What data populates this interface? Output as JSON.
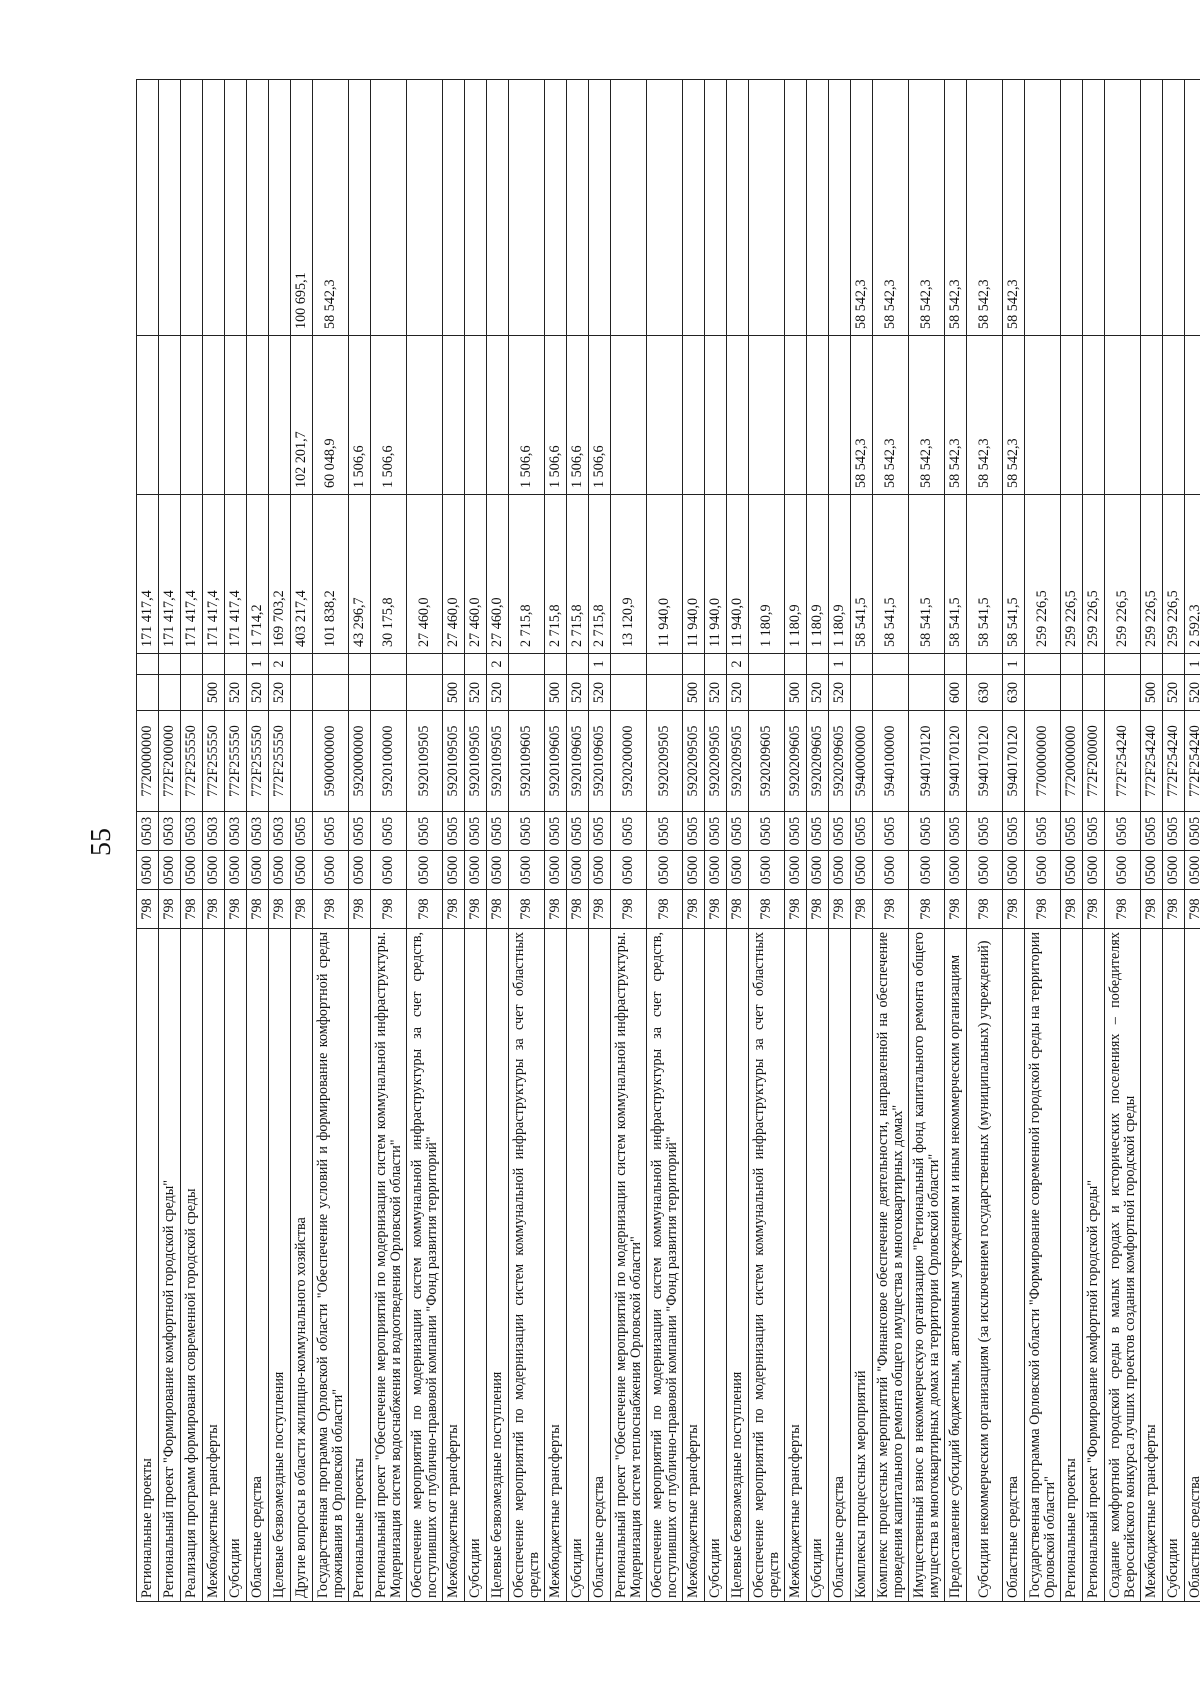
{
  "page_number": "55",
  "rows": [
    {
      "name": "Региональные проекты",
      "gr": "798",
      "rz": "0500",
      "pr": "0503",
      "cs": "7720000000",
      "vr": "",
      "st": "",
      "s1": "171 417,4",
      "s2": "",
      "s3": ""
    },
    {
      "name": "Региональный проект \"Формирование комфортной городской среды\"",
      "gr": "798",
      "rz": "0500",
      "pr": "0503",
      "cs": "772F200000",
      "vr": "",
      "st": "",
      "s1": "171 417,4",
      "s2": "",
      "s3": ""
    },
    {
      "name": "Реализация программ формирования современной городской среды",
      "gr": "798",
      "rz": "0500",
      "pr": "0503",
      "cs": "772F255550",
      "vr": "",
      "st": "",
      "s1": "171 417,4",
      "s2": "",
      "s3": ""
    },
    {
      "name": "Межбюджетные трансферты",
      "gr": "798",
      "rz": "0500",
      "pr": "0503",
      "cs": "772F255550",
      "vr": "500",
      "st": "",
      "s1": "171 417,4",
      "s2": "",
      "s3": ""
    },
    {
      "name": "Субсидии",
      "gr": "798",
      "rz": "0500",
      "pr": "0503",
      "cs": "772F255550",
      "vr": "520",
      "st": "",
      "s1": "171 417,4",
      "s2": "",
      "s3": ""
    },
    {
      "name": "Областные средства",
      "gr": "798",
      "rz": "0500",
      "pr": "0503",
      "cs": "772F255550",
      "vr": "520",
      "st": "1",
      "s1": "1 714,2",
      "s2": "",
      "s3": ""
    },
    {
      "name": "Целевые безвозмездные поступления",
      "gr": "798",
      "rz": "0500",
      "pr": "0503",
      "cs": "772F255550",
      "vr": "520",
      "st": "2",
      "s1": "169 703,2",
      "s2": "",
      "s3": ""
    },
    {
      "name": "Другие вопросы в области жилищно-коммунального хозяйства",
      "gr": "798",
      "rz": "0500",
      "pr": "0505",
      "cs": "",
      "vr": "",
      "st": "",
      "s1": "403 217,4",
      "s2": "102 201,7",
      "s3": "100 695,1"
    },
    {
      "name": "Государственная программа Орловской области \"Обеспечение условий и формирование комфортной среды проживания в Орловской области\"",
      "gr": "798",
      "rz": "0500",
      "pr": "0505",
      "cs": "5900000000",
      "vr": "",
      "st": "",
      "s1": "101 838,2",
      "s2": "60 048,9",
      "s3": "58 542,3"
    },
    {
      "name": "Региональные проекты",
      "gr": "798",
      "rz": "0500",
      "pr": "0505",
      "cs": "5920000000",
      "vr": "",
      "st": "",
      "s1": "43 296,7",
      "s2": "1 506,6",
      "s3": ""
    },
    {
      "name": "Региональный проект \"Обеспечение мероприятий по модернизации систем коммунальной инфраструктуры. Модернизация систем водоснабжения и водоотведения Орловской области\"",
      "gr": "798",
      "rz": "0500",
      "pr": "0505",
      "cs": "5920100000",
      "vr": "",
      "st": "",
      "s1": "30 175,8",
      "s2": "1 506,6",
      "s3": ""
    },
    {
      "name": "Обеспечение мероприятий по модернизации систем коммунальной инфраструктуры за счет средств, поступивших от публично-правовой компании \"Фонд развития территорий\"",
      "gr": "798",
      "rz": "0500",
      "pr": "0505",
      "cs": "5920109505",
      "vr": "",
      "st": "",
      "s1": "27 460,0",
      "s2": "",
      "s3": ""
    },
    {
      "name": "Межбюджетные трансферты",
      "gr": "798",
      "rz": "0500",
      "pr": "0505",
      "cs": "5920109505",
      "vr": "500",
      "st": "",
      "s1": "27 460,0",
      "s2": "",
      "s3": ""
    },
    {
      "name": "Субсидии",
      "gr": "798",
      "rz": "0500",
      "pr": "0505",
      "cs": "5920109505",
      "vr": "520",
      "st": "",
      "s1": "27 460,0",
      "s2": "",
      "s3": ""
    },
    {
      "name": "Целевые безвозмездные поступления",
      "gr": "798",
      "rz": "0500",
      "pr": "0505",
      "cs": "5920109505",
      "vr": "520",
      "st": "2",
      "s1": "27 460,0",
      "s2": "",
      "s3": ""
    },
    {
      "name": "Обеспечение мероприятий по модернизации систем коммунальной инфраструктуры за счет областных средств",
      "gr": "798",
      "rz": "0500",
      "pr": "0505",
      "cs": "5920109605",
      "vr": "",
      "st": "",
      "s1": "2 715,8",
      "s2": "1 506,6",
      "s3": ""
    },
    {
      "name": "Межбюджетные трансферты",
      "gr": "798",
      "rz": "0500",
      "pr": "0505",
      "cs": "5920109605",
      "vr": "500",
      "st": "",
      "s1": "2 715,8",
      "s2": "1 506,6",
      "s3": ""
    },
    {
      "name": "Субсидии",
      "gr": "798",
      "rz": "0500",
      "pr": "0505",
      "cs": "5920109605",
      "vr": "520",
      "st": "",
      "s1": "2 715,8",
      "s2": "1 506,6",
      "s3": ""
    },
    {
      "name": "Областные средства",
      "gr": "798",
      "rz": "0500",
      "pr": "0505",
      "cs": "5920109605",
      "vr": "520",
      "st": "1",
      "s1": "2 715,8",
      "s2": "1 506,6",
      "s3": ""
    },
    {
      "name": "Региональный проект \"Обеспечение мероприятий по модернизации систем коммунальной инфраструктуры. Модернизация систем теплоснабжения Орловской области\"",
      "gr": "798",
      "rz": "0500",
      "pr": "0505",
      "cs": "5920200000",
      "vr": "",
      "st": "",
      "s1": "13 120,9",
      "s2": "",
      "s3": ""
    },
    {
      "name": "Обеспечение мероприятий по модернизации систем коммунальной инфраструктуры за счет средств, поступивших от публично-правовой компании \"Фонд развития территорий\"",
      "gr": "798",
      "rz": "0500",
      "pr": "0505",
      "cs": "5920209505",
      "vr": "",
      "st": "",
      "s1": "11 940,0",
      "s2": "",
      "s3": ""
    },
    {
      "name": "Межбюджетные трансферты",
      "gr": "798",
      "rz": "0500",
      "pr": "0505",
      "cs": "5920209505",
      "vr": "500",
      "st": "",
      "s1": "11 940,0",
      "s2": "",
      "s3": ""
    },
    {
      "name": "Субсидии",
      "gr": "798",
      "rz": "0500",
      "pr": "0505",
      "cs": "5920209505",
      "vr": "520",
      "st": "",
      "s1": "11 940,0",
      "s2": "",
      "s3": ""
    },
    {
      "name": "Целевые безвозмездные поступления",
      "gr": "798",
      "rz": "0500",
      "pr": "0505",
      "cs": "5920209505",
      "vr": "520",
      "st": "2",
      "s1": "11 940,0",
      "s2": "",
      "s3": ""
    },
    {
      "name": "Обеспечение мероприятий по модернизации систем коммунальной инфраструктуры за счет областных средств",
      "gr": "798",
      "rz": "0500",
      "pr": "0505",
      "cs": "5920209605",
      "vr": "",
      "st": "",
      "s1": "1 180,9",
      "s2": "",
      "s3": ""
    },
    {
      "name": "Межбюджетные трансферты",
      "gr": "798",
      "rz": "0500",
      "pr": "0505",
      "cs": "5920209605",
      "vr": "500",
      "st": "",
      "s1": "1 180,9",
      "s2": "",
      "s3": ""
    },
    {
      "name": "Субсидии",
      "gr": "798",
      "rz": "0500",
      "pr": "0505",
      "cs": "5920209605",
      "vr": "520",
      "st": "",
      "s1": "1 180,9",
      "s2": "",
      "s3": ""
    },
    {
      "name": "Областные средства",
      "gr": "798",
      "rz": "0500",
      "pr": "0505",
      "cs": "5920209605",
      "vr": "520",
      "st": "1",
      "s1": "1 180,9",
      "s2": "",
      "s3": ""
    },
    {
      "name": "Комплексы процессных мероприятий",
      "gr": "798",
      "rz": "0500",
      "pr": "0505",
      "cs": "5940000000",
      "vr": "",
      "st": "",
      "s1": "58 541,5",
      "s2": "58 542,3",
      "s3": "58 542,3"
    },
    {
      "name": "Комплекс процессных мероприятий \"Финансовое обеспечение деятельности, направленной на обеспечение проведения капитального ремонта общего имущества в многоквартирных домах\"",
      "gr": "798",
      "rz": "0500",
      "pr": "0505",
      "cs": "5940100000",
      "vr": "",
      "st": "",
      "s1": "58 541,5",
      "s2": "58 542,3",
      "s3": "58 542,3"
    },
    {
      "name": "Имущественный взнос в некоммерческую организацию \"Региональный фонд капитального ремонта общего имущества в многоквартирных домах на территории Орловской области\"",
      "gr": "798",
      "rz": "0500",
      "pr": "0505",
      "cs": "5940170120",
      "vr": "",
      "st": "",
      "s1": "58 541,5",
      "s2": "58 542,3",
      "s3": "58 542,3"
    },
    {
      "name": "Предоставление субсидий бюджетным, автономным учреждениям и иным некоммерческим организациям",
      "gr": "798",
      "rz": "0500",
      "pr": "0505",
      "cs": "5940170120",
      "vr": "600",
      "st": "",
      "s1": "58 541,5",
      "s2": "58 542,3",
      "s3": "58 542,3"
    },
    {
      "name": "Субсидии некоммерческим организациям (за исключением государственных (муниципальных) учреждений)",
      "gr": "798",
      "rz": "0500",
      "pr": "0505",
      "cs": "5940170120",
      "vr": "630",
      "st": "",
      "s1": "58 541,5",
      "s2": "58 542,3",
      "s3": "58 542,3"
    },
    {
      "name": "Областные средства",
      "gr": "798",
      "rz": "0500",
      "pr": "0505",
      "cs": "5940170120",
      "vr": "630",
      "st": "1",
      "s1": "58 541,5",
      "s2": "58 542,3",
      "s3": "58 542,3"
    },
    {
      "name": "Государственная программа Орловской области \"Формирование современной городской среды на территории Орловской области\"",
      "gr": "798",
      "rz": "0500",
      "pr": "0505",
      "cs": "7700000000",
      "vr": "",
      "st": "",
      "s1": "259 226,5",
      "s2": "",
      "s3": ""
    },
    {
      "name": "Региональные проекты",
      "gr": "798",
      "rz": "0500",
      "pr": "0505",
      "cs": "7720000000",
      "vr": "",
      "st": "",
      "s1": "259 226,5",
      "s2": "",
      "s3": ""
    },
    {
      "name": "Региональный проект \"Формирование комфортной городской среды\"",
      "gr": "798",
      "rz": "0500",
      "pr": "0505",
      "cs": "772F200000",
      "vr": "",
      "st": "",
      "s1": "259 226,5",
      "s2": "",
      "s3": ""
    },
    {
      "name": "Создание комфортной городской среды в малых городах и исторических поселениях – победителях Всероссийского конкурса лучших проектов создания комфортной городской среды",
      "gr": "798",
      "rz": "0500",
      "pr": "0505",
      "cs": "772F254240",
      "vr": "",
      "st": "",
      "s1": "259 226,5",
      "s2": "",
      "s3": ""
    },
    {
      "name": "Межбюджетные трансферты",
      "gr": "798",
      "rz": "0500",
      "pr": "0505",
      "cs": "772F254240",
      "vr": "500",
      "st": "",
      "s1": "259 226,5",
      "s2": "",
      "s3": ""
    },
    {
      "name": "Субсидии",
      "gr": "798",
      "rz": "0500",
      "pr": "0505",
      "cs": "772F254240",
      "vr": "520",
      "st": "",
      "s1": "259 226,5",
      "s2": "",
      "s3": ""
    },
    {
      "name": "Областные средства",
      "gr": "798",
      "rz": "0500",
      "pr": "0505",
      "cs": "772F254240",
      "vr": "520",
      "st": "1",
      "s1": "2 592,3",
      "s2": "",
      "s3": ""
    }
  ]
}
